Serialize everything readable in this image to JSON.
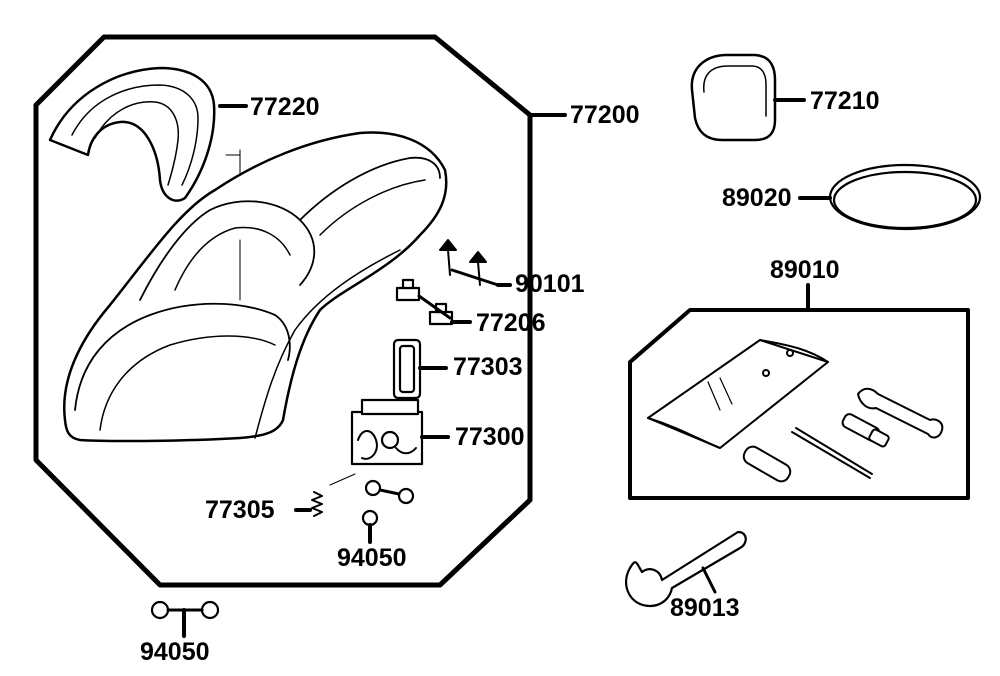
{
  "parts": {
    "p77220": "77220",
    "p77200": "77200",
    "p77210": "77210",
    "p89020": "89020",
    "p90101": "90101",
    "p77206": "77206",
    "p89010": "89010",
    "p77303": "77303",
    "p77300": "77300",
    "p77305": "77305",
    "p94050_inner": "94050",
    "p94050_outer": "94050",
    "p89013": "89013"
  },
  "colors": {
    "line": "#000000",
    "fill": "#ffffff"
  }
}
